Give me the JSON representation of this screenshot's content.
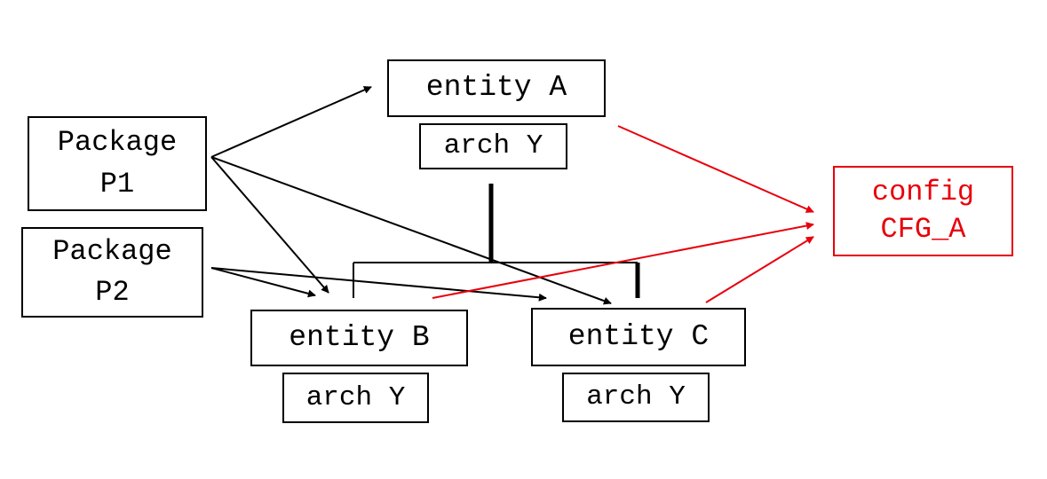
{
  "colors": {
    "black": "#000000",
    "red": "#e8000b"
  },
  "packages": [
    {
      "id": "p1",
      "line1": "Package",
      "line2": "P1"
    },
    {
      "id": "p2",
      "line1": "Package",
      "line2": "P2"
    }
  ],
  "entities": [
    {
      "id": "a",
      "label": "entity A",
      "arch": "arch Y"
    },
    {
      "id": "b",
      "label": "entity B",
      "arch": "arch Y"
    },
    {
      "id": "c",
      "label": "entity C",
      "arch": "arch Y"
    }
  ],
  "config": {
    "line1": "config",
    "line2": "CFG_A"
  }
}
